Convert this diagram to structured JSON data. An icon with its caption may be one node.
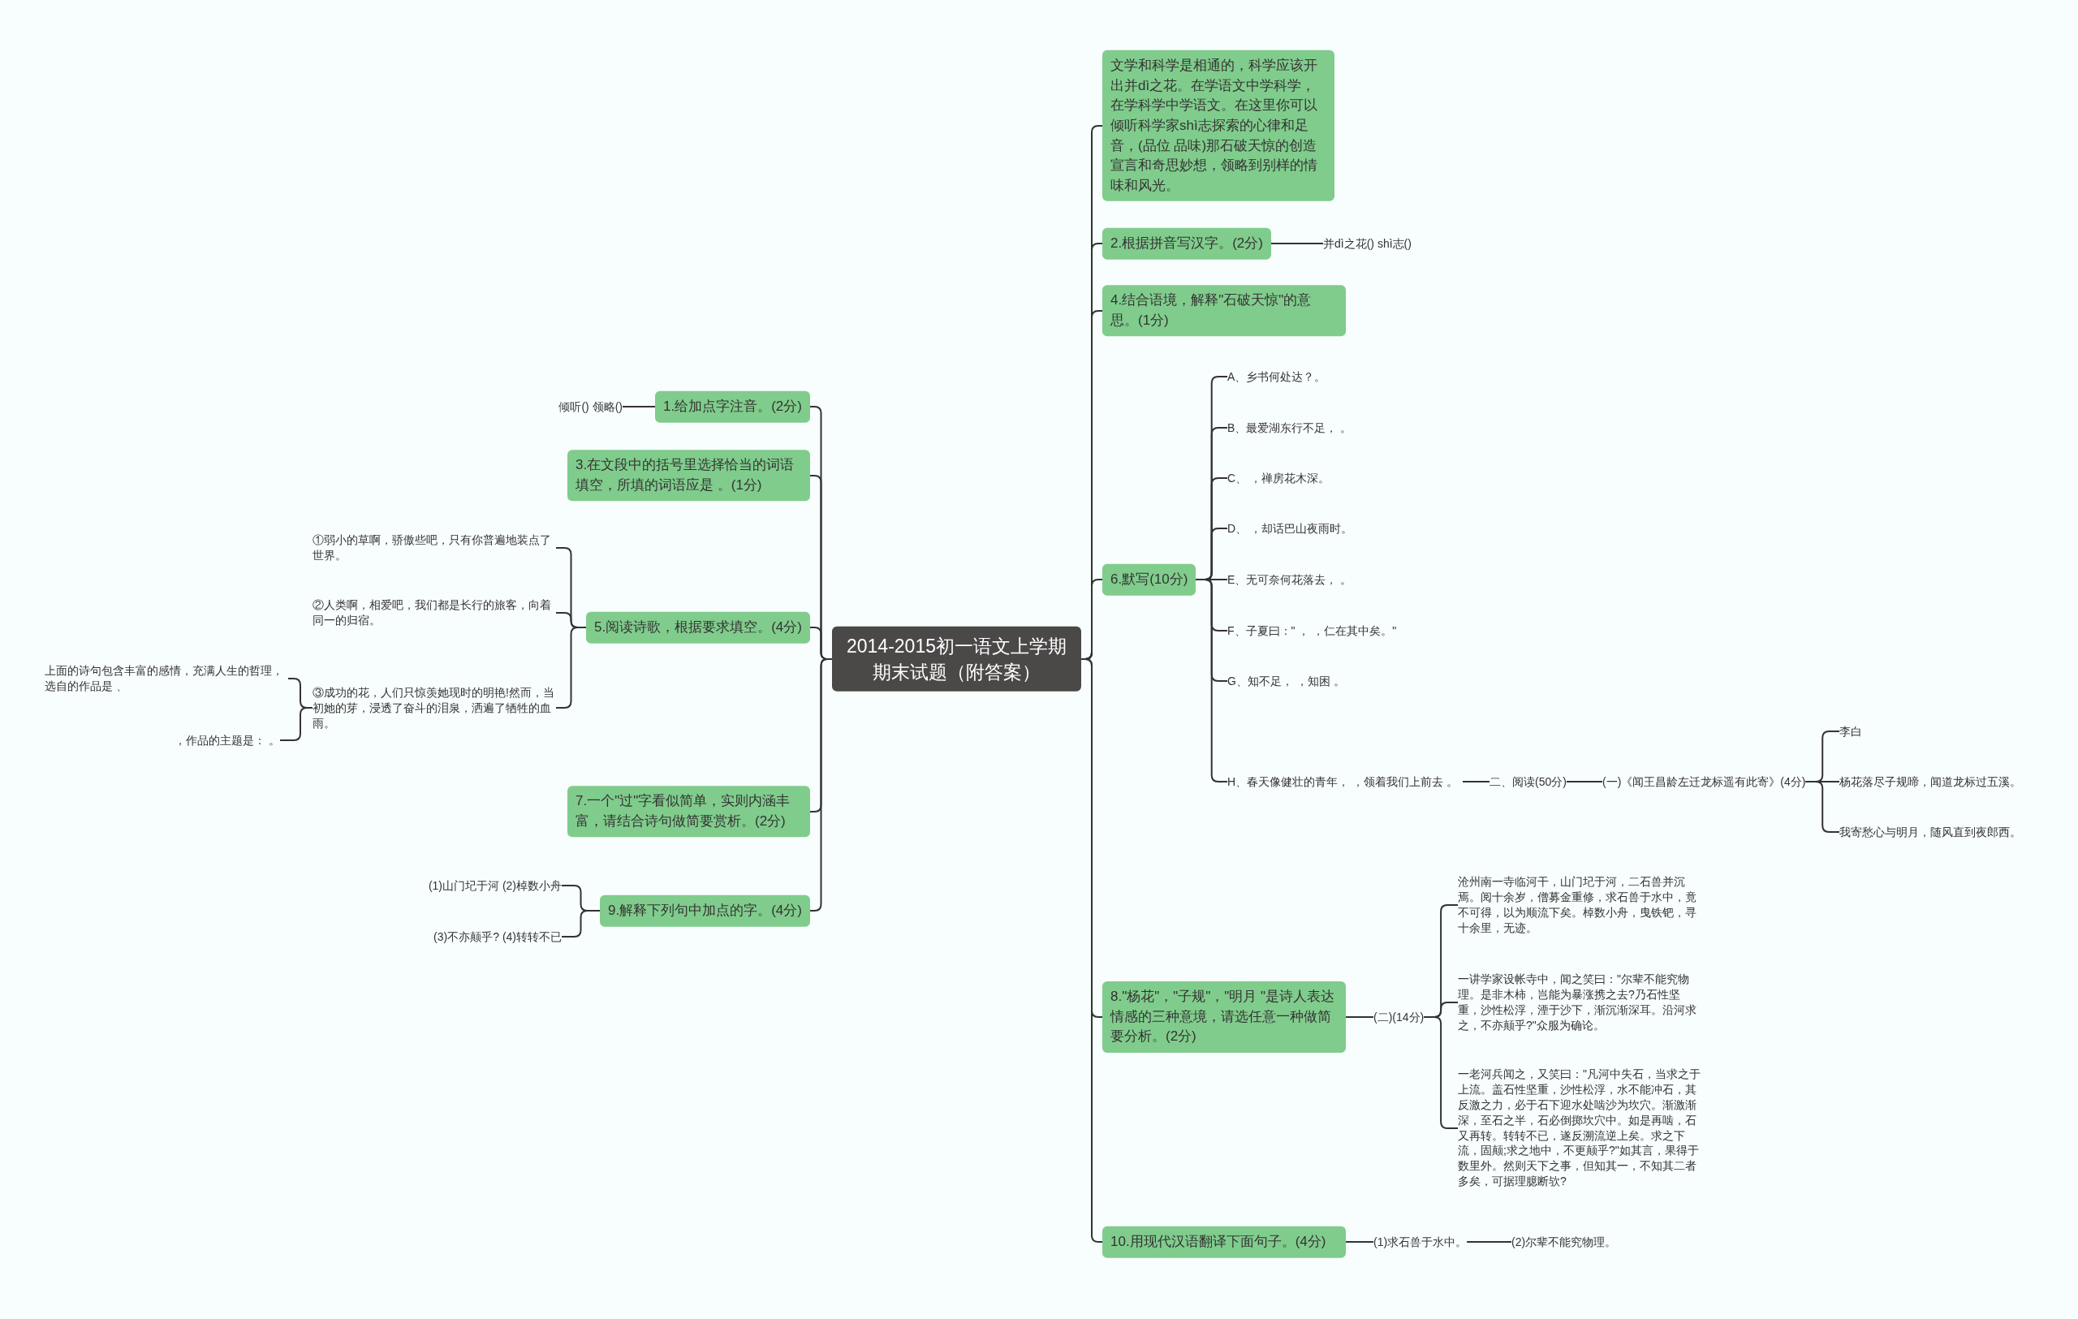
{
  "diagram": {
    "nodes": [
      {
        "text": [
          "2014-2015初一语文上学期期末试题（附答案）"
        ]
      },
      {
        "text": [
          "文学和科学是相通的，科学应该开出并dì之花。在学语文中学科学，在学科学中学语文。在这里你可以倾听科学家shì志探索的心律和足音，(品位 品味)那石破天惊的创造宣言和奇思妙想，领略到别样的情味和风光。"
        ]
      },
      {
        "text": [
          "2.根据拼音写汉字。(2分)"
        ]
      },
      {
        "text": [
          "并dì之花() shì志()"
        ]
      },
      {
        "text": [
          "4.结合语境，解释\"石破天惊\"的意思。(1分)"
        ]
      },
      {
        "text": [
          "6.默写(10分)"
        ]
      },
      {
        "text": [
          "A、乡书何处达？。"
        ]
      },
      {
        "text": [
          "B、最爱湖东行不足， 。"
        ]
      },
      {
        "text": [
          "C、 ，禅房花木深。"
        ]
      },
      {
        "text": [
          "D、 ，却话巴山夜雨时。"
        ]
      },
      {
        "text": [
          "E、无可奈何花落去， 。"
        ]
      },
      {
        "text": [
          "F、子夏曰：\" ， ，仁在其中矣。\""
        ]
      },
      {
        "text": [
          "G、知不足， ，知困 。"
        ]
      },
      {
        "text": [
          "H、春天像健壮的青年， ，领着我们上前去 。"
        ]
      },
      {
        "text": [
          "二、阅读(50分)"
        ]
      },
      {
        "text": [
          "(一)《闻王昌龄左迁龙标遥有此寄》(4分)"
        ]
      },
      {
        "text": [
          "李白"
        ]
      },
      {
        "text": [
          "杨花落尽子规啼，闻道龙标过五溪。"
        ]
      },
      {
        "text": [
          "我寄愁心与明月，随风直到夜郎西。"
        ]
      },
      {
        "text": [
          "8.\"杨花\"，\"子规\"，\"明月 \"是诗人表达情感的三种意境，请选任意一种做简要分析。(2分)"
        ]
      },
      {
        "text": [
          "(二)(14分)"
        ]
      },
      {
        "text": [
          "沧州南一寺临河干，山门圮于河，二石兽并沉焉。阅十余岁，僧募金重修，求石兽于水中，竟不可得，以为顺流下矣。棹数小舟，曳铁钯，寻十余里，无迹。"
        ]
      },
      {
        "text": [
          "一讲学家设帐寺中，闻之笑曰：\"尔辈不能究物理。是非木柿，岂能为暴涨携之去?乃石性坚重，沙性松浮，湮于沙下，渐沉渐深耳。沿河求之，不亦颠乎?\"众服为确论。"
        ]
      },
      {
        "text": [
          "一老河兵闻之，又笑曰：\"凡河中失石，当求之于上流。盖石性坚重，沙性松浮，水不能冲石，其反激之力，必于石下迎水处啮沙为坎穴。渐激渐深，至石之半，石必倒掷坎穴中。如是再啮，石又再转。转转不已，遂反溯流逆上矣。求之下流，固颠;求之地中，不更颠乎?\"如其言，果得于数里外。然则天下之事，但知其一，不知其二者多矣，可据理臆断欤?"
        ]
      },
      {
        "text": [
          "10.用现代汉语翻译下面句子。(4分)"
        ]
      },
      {
        "text": [
          "(1)求石兽于水中。"
        ]
      },
      {
        "text": [
          "(2)尔辈不能究物理。"
        ]
      },
      {
        "text": [
          "1.给加点字注音。(2分)"
        ]
      },
      {
        "text": [
          "倾听() 领略()"
        ]
      },
      {
        "text": [
          "3.在文段中的括号里选择恰当的词语填空，所填的词语应是 。(1分)"
        ]
      },
      {
        "text": [
          "5.阅读诗歌，根据要求填空。(4分)"
        ]
      },
      {
        "text": [
          "①弱小的草啊，骄傲些吧，只有你普遍地装点了世界。"
        ]
      },
      {
        "text": [
          "②人类啊，相爱吧，我们都是长行的旅客，向着同一的归宿。"
        ]
      },
      {
        "text": [
          "③成功的花，人们只惊羡她现时的明艳!然而，当初她的芽，浸透了奋斗的泪泉，洒遍了牺牲的血雨。"
        ]
      },
      {
        "text": [
          "上面的诗句包含丰富的感情，充满人生的哲理，选自的作品是 、"
        ]
      },
      {
        "text": [
          "，作品的主题是： 。"
        ]
      },
      {
        "text": [
          "7.一个\"过\"字看似简单，实则内涵丰富，请结合诗句做简要赏析。(2分)"
        ]
      },
      {
        "text": [
          "9.解释下列句中加点的字。(4分)"
        ]
      },
      {
        "text": [
          "(1)山门圮于河 (2)棹数小舟"
        ]
      },
      {
        "text": [
          "(3)不亦颠乎? (4)转转不已"
        ]
      }
    ],
    "edges": [
      {
        "from": 0,
        "to": 1,
        "arrow": "none"
      },
      {
        "from": 0,
        "to": 2,
        "arrow": "none"
      },
      {
        "from": 2,
        "to": 3,
        "arrow": "none"
      },
      {
        "from": 0,
        "to": 4,
        "arrow": "none"
      },
      {
        "from": 0,
        "to": 5,
        "arrow": "none"
      },
      {
        "from": 5,
        "to": 6,
        "arrow": "none"
      },
      {
        "from": 5,
        "to": 7,
        "arrow": "none"
      },
      {
        "from": 5,
        "to": 8,
        "arrow": "none"
      },
      {
        "from": 5,
        "to": 9,
        "arrow": "none"
      },
      {
        "from": 5,
        "to": 10,
        "arrow": "none"
      },
      {
        "from": 5,
        "to": 11,
        "arrow": "none"
      },
      {
        "from": 5,
        "to": 12,
        "arrow": "none"
      },
      {
        "from": 5,
        "to": 13,
        "arrow": "none"
      },
      {
        "from": 13,
        "to": 14,
        "arrow": "none"
      },
      {
        "from": 14,
        "to": 15,
        "arrow": "none"
      },
      {
        "from": 15,
        "to": 16,
        "arrow": "none"
      },
      {
        "from": 15,
        "to": 17,
        "arrow": "none"
      },
      {
        "from": 15,
        "to": 18,
        "arrow": "none"
      },
      {
        "from": 0,
        "to": 19,
        "arrow": "none"
      },
      {
        "from": 19,
        "to": 20,
        "arrow": "none"
      },
      {
        "from": 20,
        "to": 21,
        "arrow": "none"
      },
      {
        "from": 20,
        "to": 22,
        "arrow": "none"
      },
      {
        "from": 20,
        "to": 23,
        "arrow": "none"
      },
      {
        "from": 0,
        "to": 24,
        "arrow": "none"
      },
      {
        "from": 24,
        "to": 25,
        "arrow": "none"
      },
      {
        "from": 25,
        "to": 26,
        "arrow": "none"
      },
      {
        "from": 0,
        "to": 27,
        "arrow": "none"
      },
      {
        "from": 27,
        "to": 28,
        "arrow": "none"
      },
      {
        "from": 0,
        "to": 29,
        "arrow": "none"
      },
      {
        "from": 0,
        "to": 30,
        "arrow": "none"
      },
      {
        "from": 30,
        "to": 31,
        "arrow": "none"
      },
      {
        "from": 30,
        "to": 32,
        "arrow": "none"
      },
      {
        "from": 30,
        "to": 33,
        "arrow": "none"
      },
      {
        "from": 33,
        "to": 34,
        "arrow": "none"
      },
      {
        "from": 33,
        "to": 35,
        "arrow": "none"
      },
      {
        "from": 0,
        "to": 36,
        "arrow": "none"
      },
      {
        "from": 0,
        "to": 37,
        "arrow": "none"
      },
      {
        "from": 37,
        "to": 38,
        "arrow": "none"
      },
      {
        "from": 37,
        "to": 39,
        "arrow": "none"
      }
    ]
  }
}
